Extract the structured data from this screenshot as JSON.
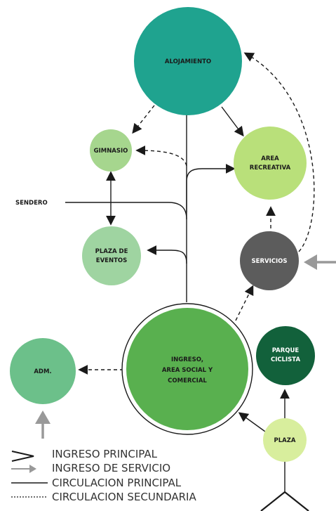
{
  "diagram": {
    "nodes": {
      "alojamiento": {
        "label": "ALOJAMIENTO",
        "color": "#1fa38f"
      },
      "gimnasio": {
        "label": "GIMNASIO",
        "color": "#a6d68e"
      },
      "area_recreativa": {
        "line1": "AREA",
        "line2": "RECREATIVA",
        "color": "#b9e07a"
      },
      "plaza_eventos": {
        "line1": "PLAZA DE",
        "line2": "EVENTOS",
        "color": "#9fd4a1"
      },
      "servicios": {
        "label": "SERVICIOS",
        "color": "#5c5c5c"
      },
      "ingreso": {
        "line1": "INGRESO,",
        "line2": "AREA SOCIAL Y",
        "line3": "COMERCIAL",
        "color": "#59b04f"
      },
      "adm": {
        "label": "ADM.",
        "color": "#6cc08a"
      },
      "parque_ciclista": {
        "line1": "PARQUE",
        "line2": "CICLISTA",
        "color": "#12613b"
      },
      "plaza": {
        "label": "PLAZA",
        "color": "#d8ee9d"
      }
    },
    "sendero_label": "SENDERO",
    "legend": {
      "ingreso_principal": "INGRESO PRINCIPAL",
      "ingreso_servicio": "INGRESO DE SERVICIO",
      "circulacion_principal": "CIRCULACION PRINCIPAL",
      "circulacion_secundaria": "CIRCULACION SECUNDARIA"
    },
    "colors": {
      "line": "#1a1a1a",
      "service_arrow": "#999999"
    }
  }
}
